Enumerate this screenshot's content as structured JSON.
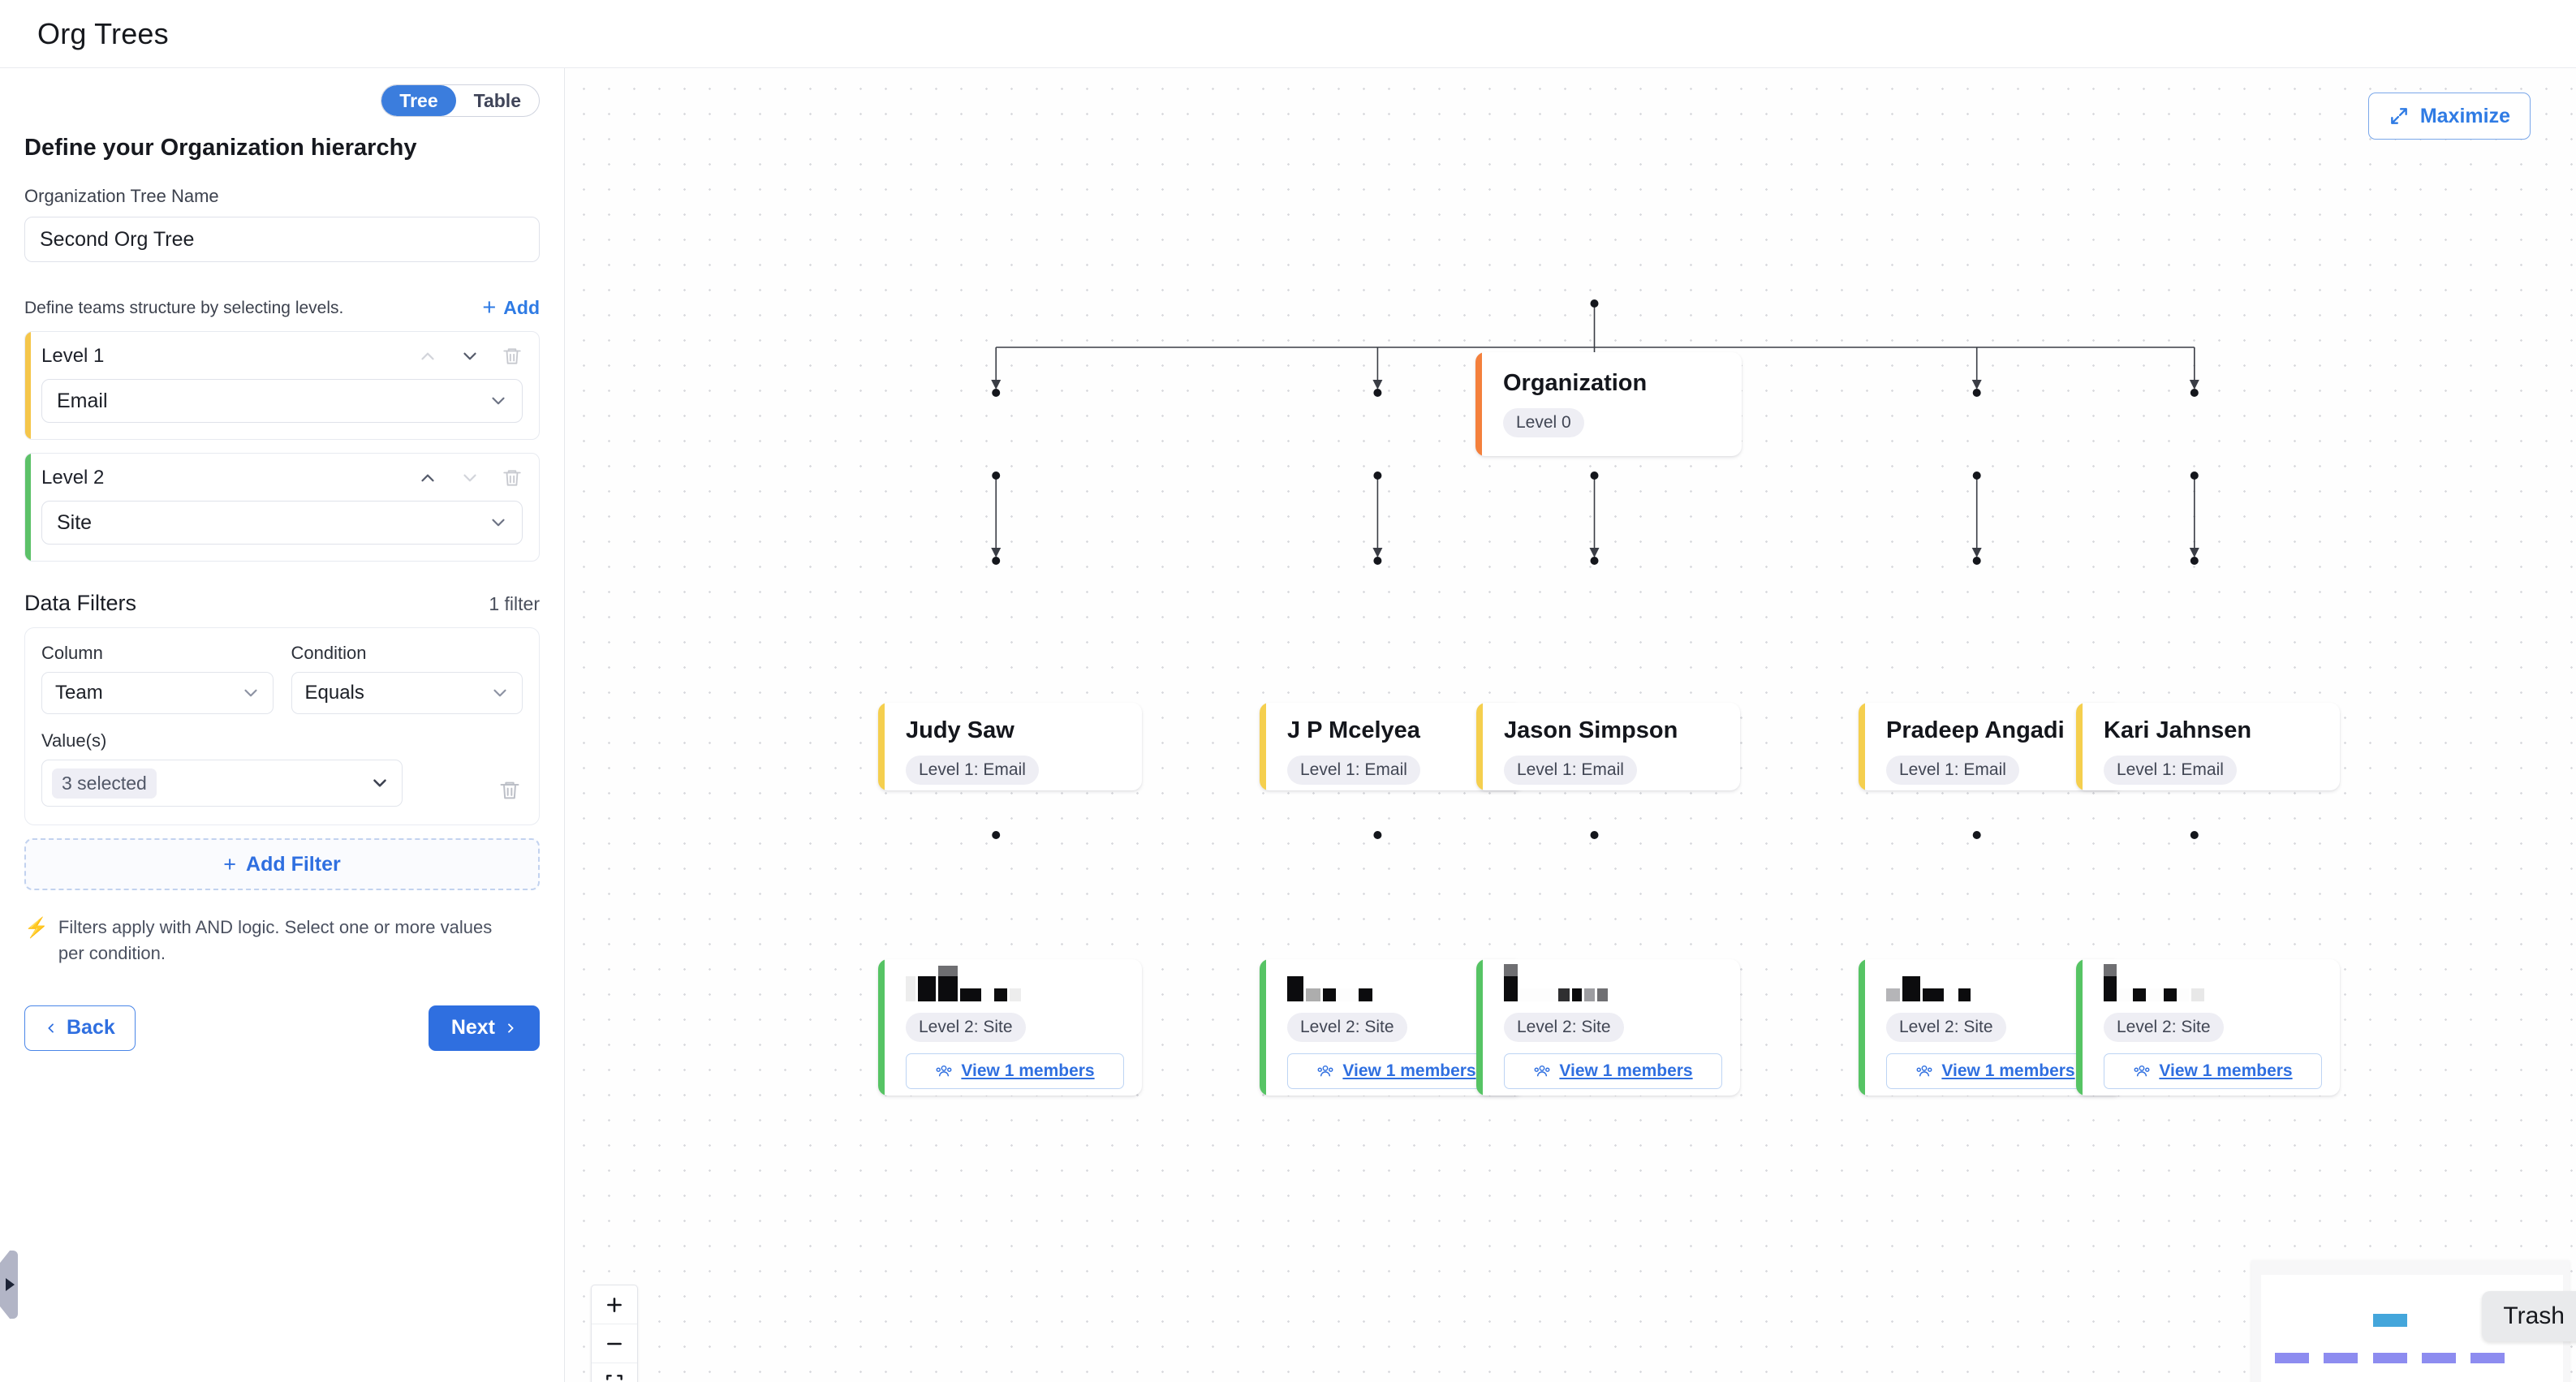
{
  "app": {
    "title": "Org Trees"
  },
  "sidebar": {
    "view_toggle": {
      "options": [
        "Tree",
        "Table"
      ],
      "active": "Tree"
    },
    "section_title": "Define your Organization hierarchy",
    "tree_name": {
      "label": "Organization Tree Name",
      "value": "Second Org Tree"
    },
    "levels_hint": "Define teams structure by selecting levels.",
    "add_label": "Add",
    "levels": [
      {
        "name": "Level 1",
        "value": "Email",
        "accent": "#f5c64a",
        "move_up_enabled": false,
        "move_down_enabled": true
      },
      {
        "name": "Level 2",
        "value": "Site",
        "accent": "#5cc168",
        "move_up_enabled": true,
        "move_down_enabled": false
      }
    ],
    "filters": {
      "title": "Data Filters",
      "count_label": "1 filter",
      "column_label": "Column",
      "condition_label": "Condition",
      "values_label": "Value(s)",
      "rows": [
        {
          "column": "Team",
          "condition": "Equals",
          "values_summary": "3 selected"
        }
      ],
      "add_filter_label": "Add Filter",
      "note": "Filters apply with AND logic. Select one or more values per condition."
    },
    "nav": {
      "back_label": "Back",
      "next_label": "Next"
    }
  },
  "canvas": {
    "maximize_label": "Maximize",
    "root": {
      "name": "Organization",
      "badge": "Level 0",
      "accent": "#f4803c"
    },
    "level1_accent": "#f5cf4e",
    "level2_accent": "#56c464",
    "level1": [
      {
        "name": "Judy Saw",
        "badge": "Level 1: Email"
      },
      {
        "name": "J P Mcelyea",
        "badge": "Level 1: Email"
      },
      {
        "name": "Jason Simpson",
        "badge": "Level 1: Email"
      },
      {
        "name": "Pradeep Angadi",
        "badge": "Level 1: Email"
      },
      {
        "name": "Kari Jahnsen",
        "badge": "Level 1: Email"
      }
    ],
    "level2": [
      {
        "name_redacted": true,
        "badge": "Level 2: Site",
        "members_label": "View 1 members"
      },
      {
        "name_redacted": true,
        "badge": "Level 2: Site",
        "members_label": "View 1 members"
      },
      {
        "name_redacted": true,
        "badge": "Level 2: Site",
        "members_label": "View 1 members"
      },
      {
        "name_redacted": true,
        "badge": "Level 2: Site",
        "members_label": "View 1 members"
      },
      {
        "name_redacted": true,
        "badge": "Level 2: Site",
        "members_label": "View 1 members"
      }
    ],
    "zoom_controls": {
      "zoom_in": "+",
      "zoom_out": "−",
      "fit_view": "fit"
    },
    "minimap": {
      "trash_tooltip": "Trash",
      "root_color": "#44a6db",
      "level1_color": "#8d8cf0",
      "level2_color": "#97d098"
    }
  }
}
